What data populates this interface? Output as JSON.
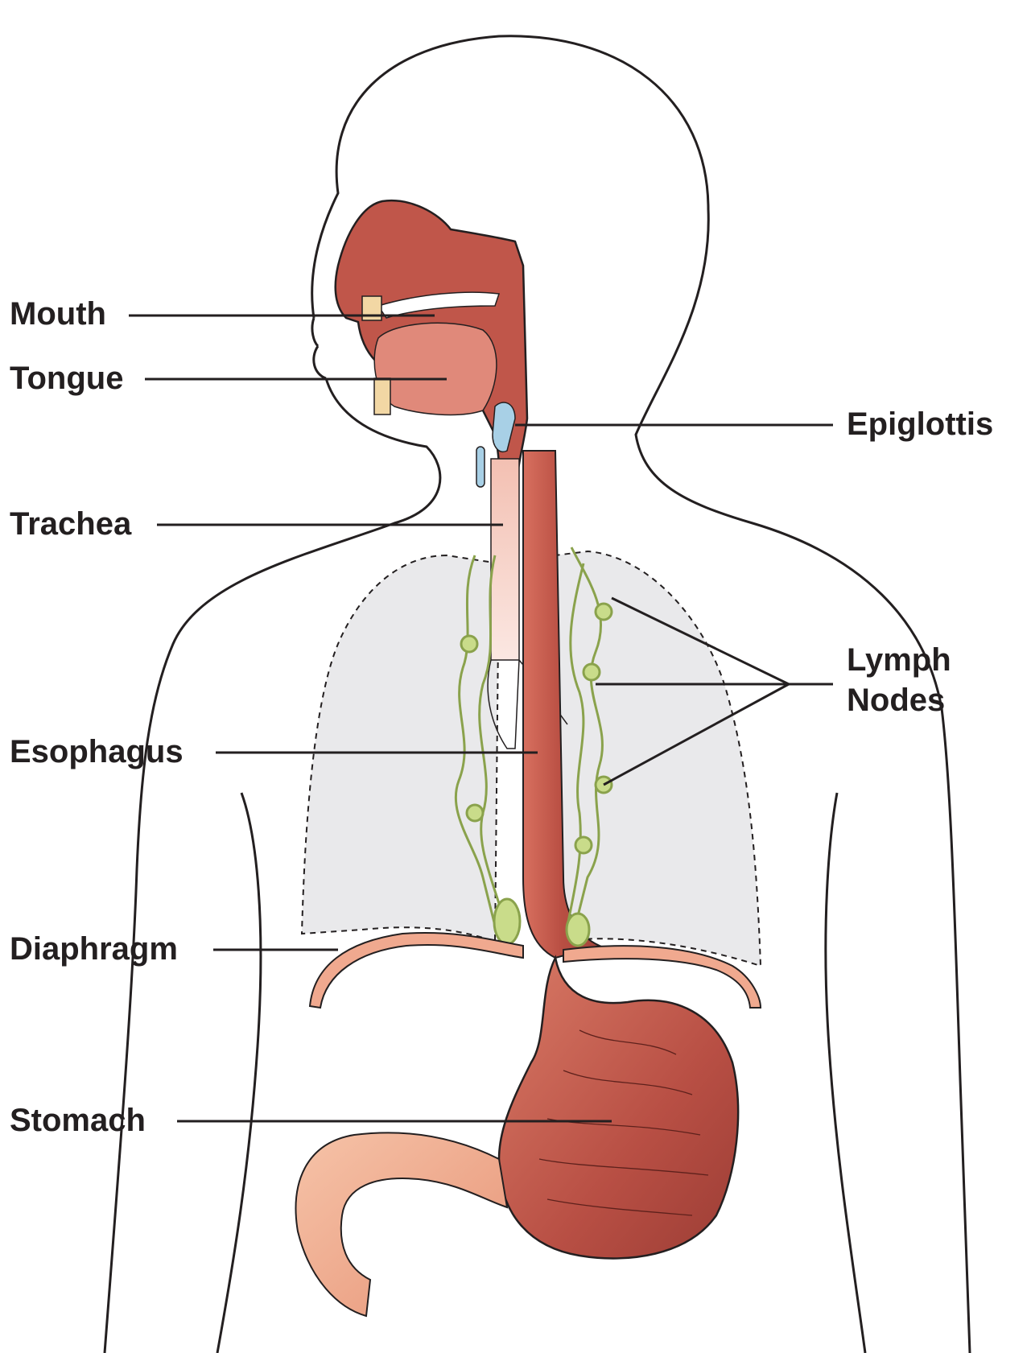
{
  "labels": {
    "mouth": "Mouth",
    "tongue": "Tongue",
    "trachea": "Trachea",
    "esophagus": "Esophagus",
    "diaphragm": "Diaphragm",
    "stomach": "Stomach",
    "epiglottis": "Epiglottis",
    "lymph_nodes_line1": "Lymph",
    "lymph_nodes_line2": "Nodes"
  },
  "colors": {
    "outline": "#231f20",
    "tissue": "#c0564a",
    "tissue_light": "#e89a86",
    "lung_fill": "#e9e9eb",
    "lymph": "#c9dc8a",
    "lymph_stroke": "#8aa24c",
    "diaphragm": "#f0a98f",
    "cartilage": "#a8d0e6",
    "teeth": "#f2d7a4"
  }
}
